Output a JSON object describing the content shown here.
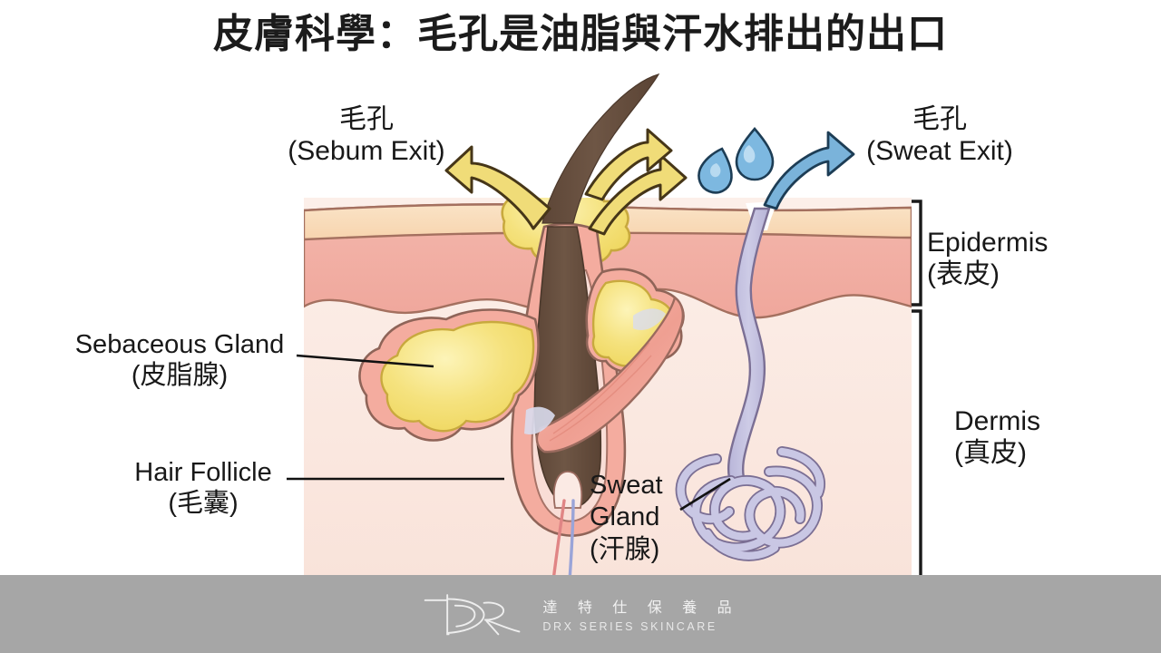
{
  "title": "皮膚科學：毛孔是油脂與汗水排出的出口",
  "labels": {
    "sebum_exit": {
      "line1": "毛孔",
      "line2": "(Sebum Exit)"
    },
    "sweat_exit": {
      "line1": "毛孔",
      "line2": "(Sweat Exit)"
    },
    "sebaceous": {
      "line1": "Sebaceous Gland",
      "line2": "(皮脂腺)"
    },
    "hair_follicle": {
      "line1": "Hair Follicle",
      "line2": "(毛囊)"
    },
    "sweat_gland": {
      "line1": "Sweat",
      "line2": "Gland",
      "line3": "(汗腺)"
    },
    "epidermis": {
      "line1": "Epidermis",
      "line2": "(表皮)"
    },
    "dermis": {
      "line1": "Dermis",
      "line2": "(真皮)"
    }
  },
  "watermark": {
    "logo": "drx-monogram-logo",
    "brand_cn": "達 特 仕 保 養 品",
    "brand_en": "DRX SERIES SKINCARE"
  },
  "colors": {
    "background": "#ffffff",
    "title_text": "#1b1b1b",
    "label_text": "#181818",
    "stratum_corneum": "#f9ddbc",
    "epidermis_fill": "#f2b0a6",
    "dermis_fill": "#fae9e3",
    "skin_outline": "#9a6a5e",
    "hair_brown": "#6b5344",
    "follicle_sheath": "#f4ac9f",
    "sebum_yellow": "#f4e17c",
    "sebum_outline": "#c8a93e",
    "sebum_arrow_fill": "#f0dc78",
    "sebum_arrow_outline": "#4a3a20",
    "sweat_duct_fill": "#c5c3e0",
    "sweat_duct_outline": "#7b6f94",
    "droplet_blue": "#7db8e0",
    "droplet_outline": "#1b3b52",
    "arrow_blue": "#79b4da",
    "muscle_pink": "#f0a89b",
    "leader_line": "#111111",
    "bracket": "#1a1a1a",
    "footer_band": "#a6a6a6",
    "watermark_text": "#f0f0f0"
  },
  "diagram": {
    "name": "skin-cross-section",
    "regions": [
      "stratum-corneum",
      "epidermis",
      "dermis"
    ],
    "structures": [
      "hair-shaft",
      "hair-follicle",
      "sebaceous-gland",
      "arrector-pili-muscle",
      "sweat-duct",
      "sweat-gland-coil",
      "sebum-arrows",
      "sweat-droplets",
      "sweat-arrow"
    ]
  }
}
